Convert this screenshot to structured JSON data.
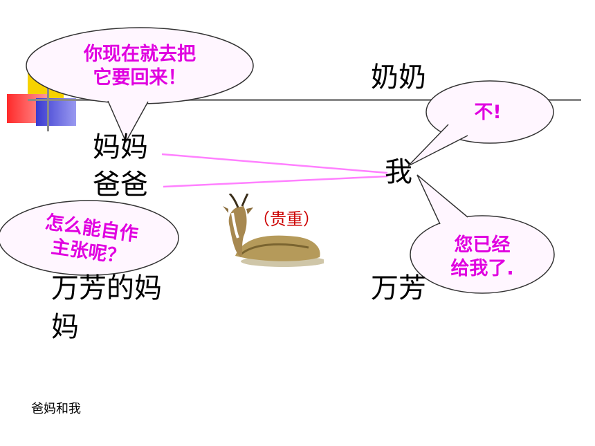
{
  "bubbles": {
    "mom": {
      "line1": "你现在就去把",
      "line2": "它要回来！"
    },
    "grandma": {
      "text": "不!"
    },
    "me": {
      "line1": "您已经",
      "line2": "给我了."
    },
    "wanfang_mom": {
      "line1": "怎么能自作",
      "line2": "主张呢？"
    }
  },
  "people": {
    "grandma": "奶奶",
    "mom": "妈妈",
    "dad": "爸爸",
    "me": "我",
    "wanfang_mom_line1": "万芳的妈",
    "wanfang_mom_line2": "妈",
    "wanfang": "万芳"
  },
  "item_label": "（贵重）",
  "footer": "爸妈和我",
  "colors": {
    "bubble_text": "#e000e0",
    "connector_line": "#ff80ff",
    "bubble_fill": "#fff6ff"
  },
  "icons": [
    "antelope-icon",
    "corner-decoration-icon"
  ]
}
